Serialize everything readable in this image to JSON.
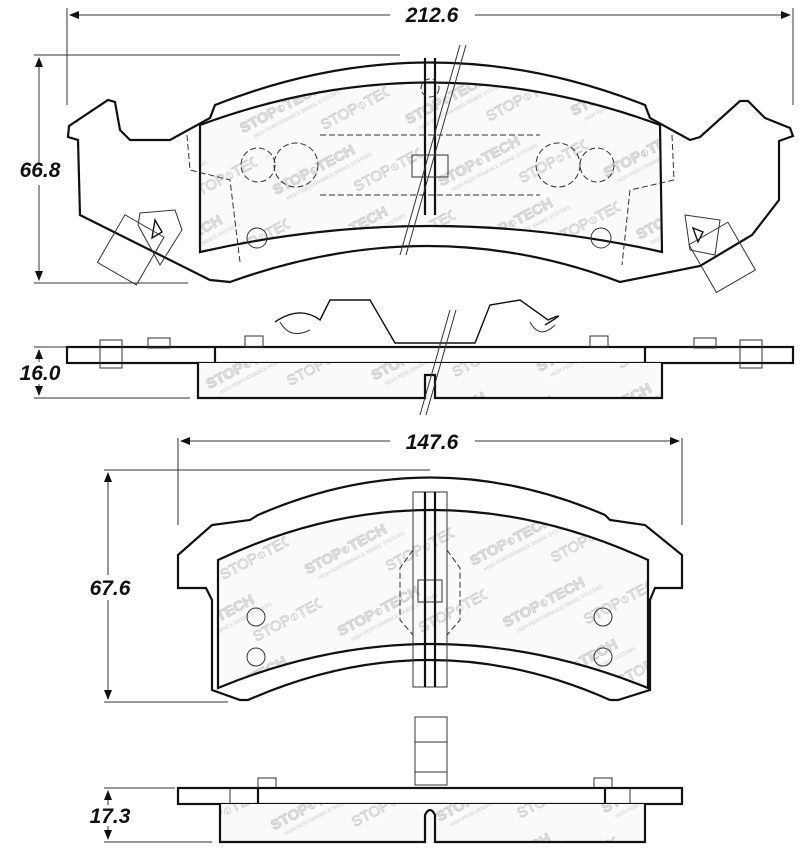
{
  "diagram": {
    "brand_watermark": "STOPTECH",
    "watermark_sub": "HIGH PERFORMANCE BRAKE SYSTEMS",
    "views": [
      {
        "name": "outer-pad-face",
        "width_dim": "212.6",
        "height_dim": "66.8"
      },
      {
        "name": "outer-pad-side",
        "thickness_dim": "16.0"
      },
      {
        "name": "inner-pad-face",
        "width_dim": "147.6",
        "height_dim": "67.6"
      },
      {
        "name": "inner-pad-side",
        "thickness_dim": "17.3"
      }
    ]
  },
  "colors": {
    "line": "#111111",
    "watermark": "#c8c8c8",
    "background": "#ffffff"
  }
}
